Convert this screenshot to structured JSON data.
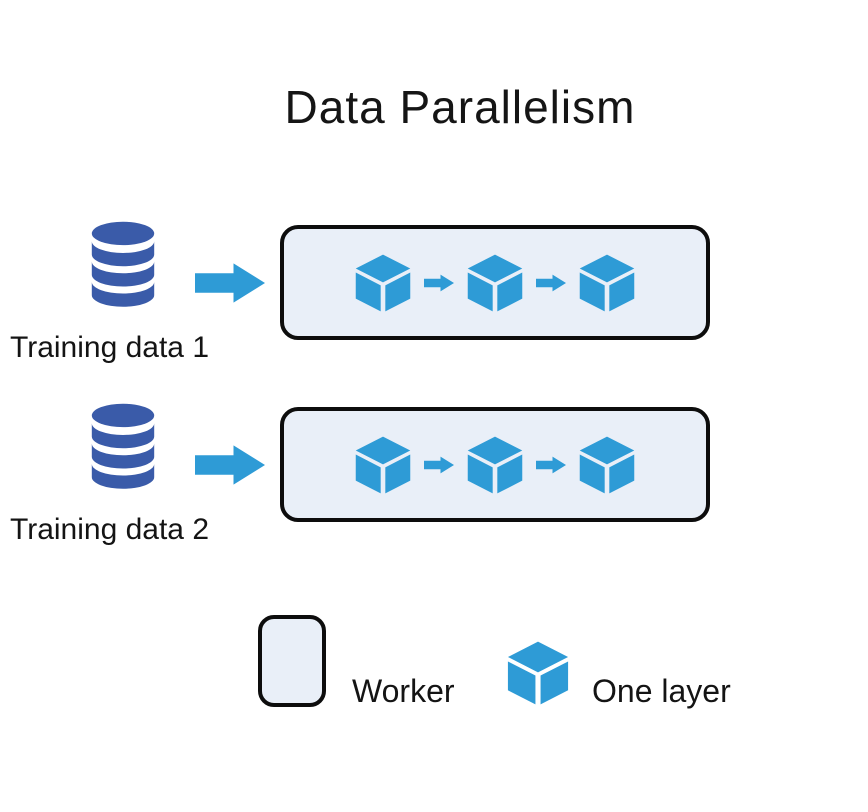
{
  "title": "Data Parallelism",
  "rows": [
    {
      "label": "Training data 1",
      "layers_per_worker": 3
    },
    {
      "label": "Training data 2",
      "layers_per_worker": 3
    }
  ],
  "legend": {
    "worker_label": "Worker",
    "layer_label": "One layer"
  },
  "icons": {
    "database": "database-icon",
    "big_arrow": "arrow-right-icon",
    "flow_arrow": "flow-arrow-icon",
    "cube": "layer-cube-icon"
  },
  "colors": {
    "database_blue": "#3A5BA9",
    "accent_blue": "#2E9BD6",
    "worker_fill": "#E9EFF8",
    "outline_black": "#0D0D0D",
    "text_color": "#111111"
  }
}
